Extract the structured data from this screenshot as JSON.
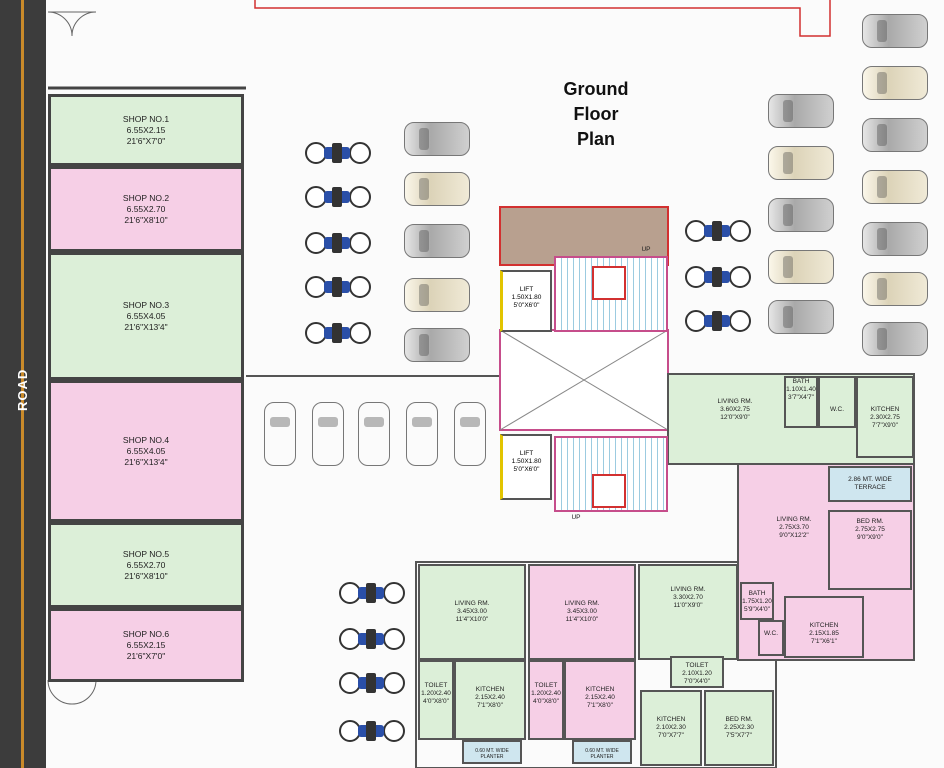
{
  "title": {
    "line1": "Ground",
    "line2": "Floor",
    "line3": "Plan"
  },
  "road": "ROAD",
  "shops": [
    {
      "name": "SHOP NO.1",
      "metric": "6.55X2.15",
      "imperial": "21'6\"X7'0\""
    },
    {
      "name": "SHOP NO.2",
      "metric": "6.55X2.70",
      "imperial": "21'6\"X8'10\""
    },
    {
      "name": "SHOP NO.3",
      "metric": "6.55X4.05",
      "imperial": "21'6\"X13'4\""
    },
    {
      "name": "SHOP NO.4",
      "metric": "6.55X4.05",
      "imperial": "21'6\"X13'4\""
    },
    {
      "name": "SHOP NO.5",
      "metric": "6.55X2.70",
      "imperial": "21'6\"X8'10\""
    },
    {
      "name": "SHOP NO.6",
      "metric": "6.55X2.15",
      "imperial": "21'6\"X7'0\""
    }
  ],
  "lifts": [
    {
      "label": "LIFT",
      "metric": "1.50X1.80",
      "imperial": "5'0\"X6'0\""
    },
    {
      "label": "LIFT",
      "metric": "1.50X1.80",
      "imperial": "5'0\"X6'0\""
    }
  ],
  "stairs": {
    "up_top": "UP",
    "up_bottom": "UP"
  },
  "flat_right_top": {
    "living": {
      "name": "LIVING RM.",
      "metric": "3.60X2.75",
      "imperial": "12'0\"X9'0\""
    },
    "bath": {
      "name": "BATH",
      "metric": "1.10X1.40",
      "imperial": "3'7\"X4'7\""
    },
    "wc": {
      "name": "W.C.",
      "metric": "",
      "imperial": ""
    },
    "kitchen": {
      "name": "KITCHEN",
      "metric": "2.30X2.75",
      "imperial": "7'7\"X9'0\""
    }
  },
  "flat_right_mid": {
    "terrace": {
      "name": "2.86 MT. WIDE",
      "sub": "TERRACE"
    },
    "living": {
      "name": "LIVING RM.",
      "metric": "2.75X3.70",
      "imperial": "9'0\"X12'2\""
    },
    "bed": {
      "name": "BED RM.",
      "metric": "2.75X2.75",
      "imperial": "9'0\"X9'0\""
    },
    "bath": {
      "name": "BATH",
      "metric": "1.75X1.20",
      "imperial": "5'9\"X4'0\""
    },
    "wc": {
      "name": "W.C.",
      "metric": "",
      "imperial": ""
    },
    "kitchen": {
      "name": "KITCHEN",
      "metric": "2.15X1.85",
      "imperial": "7'1\"X6'1\""
    }
  },
  "flats_bottom": [
    {
      "living": {
        "name": "LIVING RM.",
        "metric": "3.45X3.00",
        "imperial": "11'4\"X10'0\""
      },
      "toilet": {
        "name": "TOILET",
        "metric": "1.20X2.40",
        "imperial": "4'0\"X8'0\""
      },
      "kitchen": {
        "name": "KITCHEN",
        "metric": "2.15X2.40",
        "imperial": "7'1\"X8'0\""
      },
      "planter": "0.60 MT. WIDE PLANTER"
    },
    {
      "living": {
        "name": "LIVING RM.",
        "metric": "3.45X3.00",
        "imperial": "11'4\"X10'0\""
      },
      "toilet": {
        "name": "TOILET",
        "metric": "1.20X2.40",
        "imperial": "4'0\"X8'0\""
      },
      "kitchen": {
        "name": "KITCHEN",
        "metric": "2.15X2.40",
        "imperial": "7'1\"X8'0\""
      },
      "planter": "0.60 MT. WIDE PLANTER"
    },
    {
      "living": {
        "name": "LIVING RM.",
        "metric": "3.30X2.70",
        "imperial": "11'0\"X9'0\""
      },
      "toilet": {
        "name": "TOILET",
        "metric": "2.10X1.20",
        "imperial": "7'0\"X4'0\""
      },
      "kitchen": {
        "name": "KITCHEN",
        "metric": "2.10X2.30",
        "imperial": "7'0\"X7'7\""
      },
      "bed": {
        "name": "BED RM.",
        "metric": "2.25X2.30",
        "imperial": "7'5\"X7'7\""
      }
    }
  ]
}
